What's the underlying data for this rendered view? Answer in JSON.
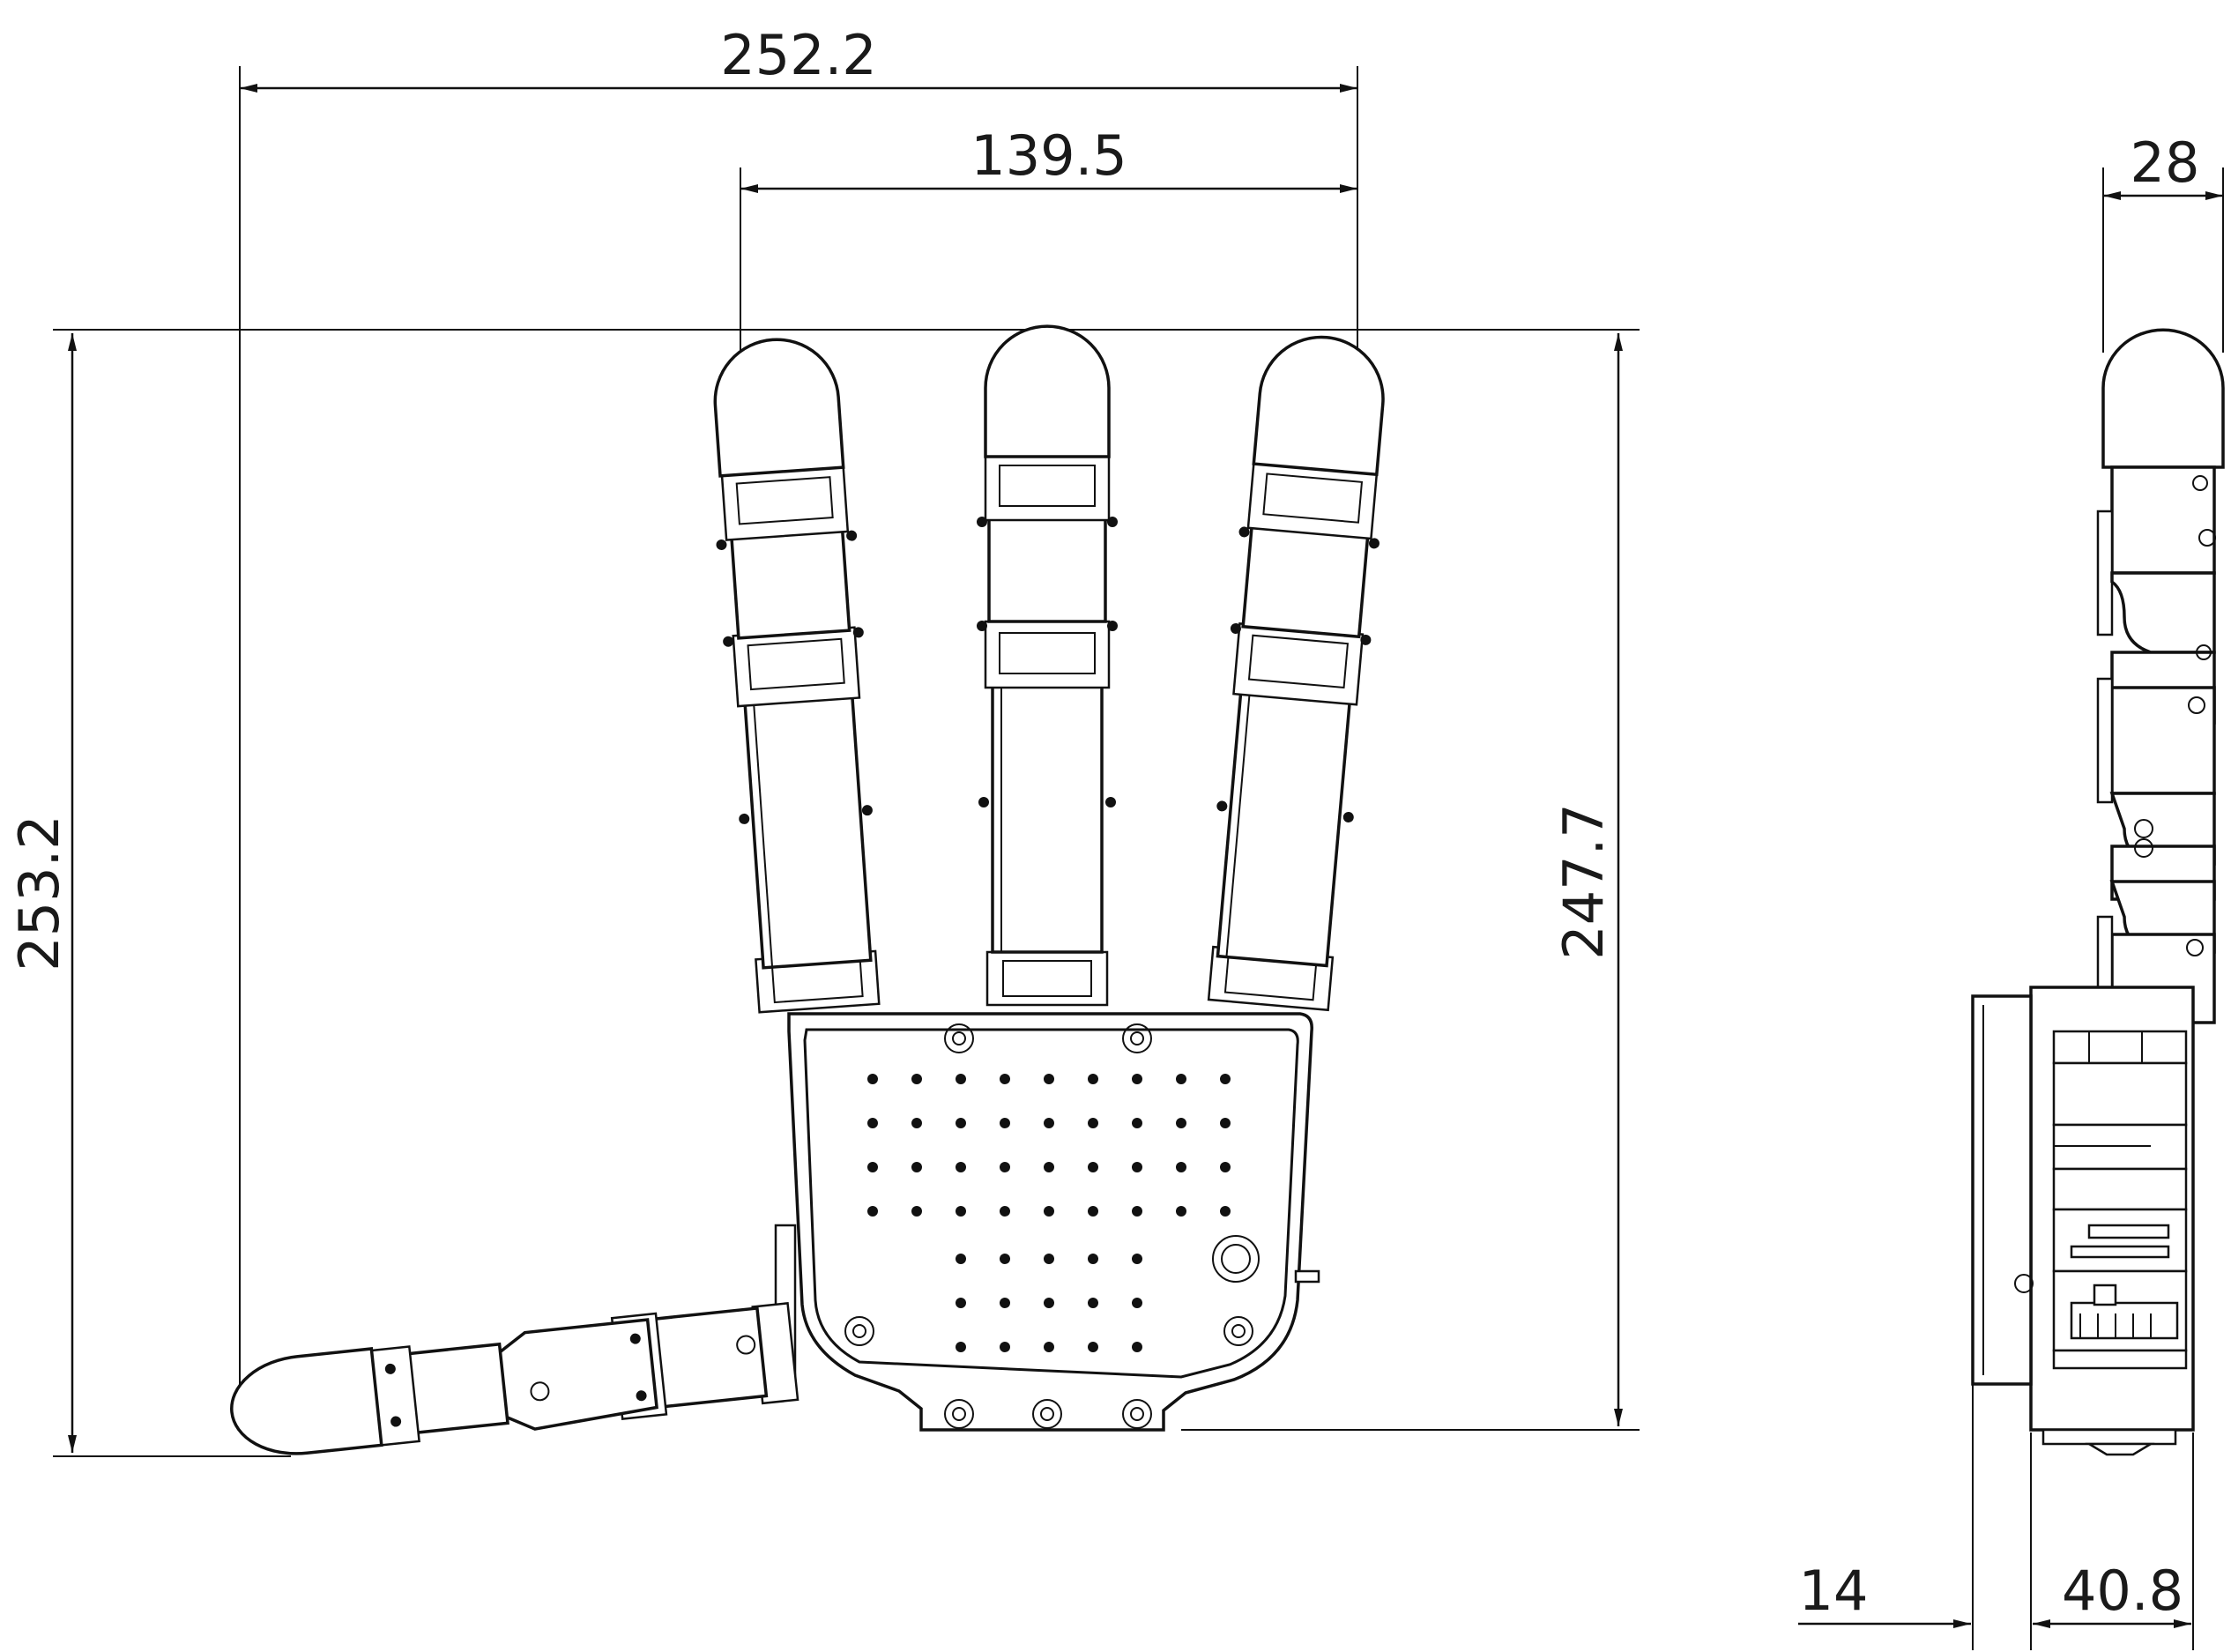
{
  "dimensions": {
    "overall_width": "252.2",
    "finger_span": "139.5",
    "overall_height": "253.2",
    "finger_height": "247.7",
    "side_thickness": "28",
    "side_offset": "14",
    "side_depth": "40.8"
  },
  "colors": {
    "line": "#111111",
    "background": "#ffffff"
  }
}
